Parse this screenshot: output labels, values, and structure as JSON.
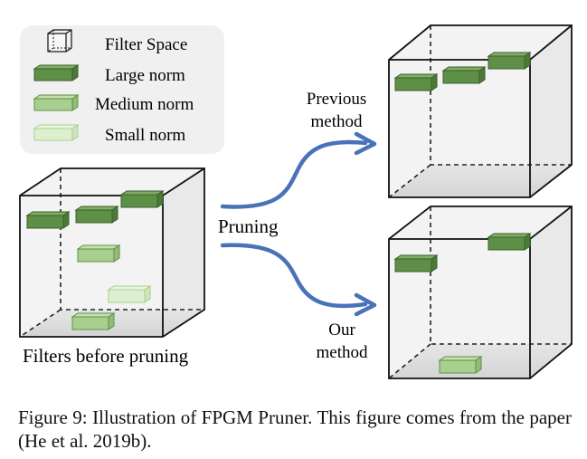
{
  "legend": {
    "items": [
      {
        "label": "Filter Space",
        "icon": "filter-space-cube-icon"
      },
      {
        "label": "Large norm",
        "icon": "large-norm-filter-icon",
        "color": "#5e8f47"
      },
      {
        "label": "Medium norm",
        "icon": "medium-norm-filter-icon",
        "color": "#a9cf8f"
      },
      {
        "label": "Small norm",
        "icon": "small-norm-filter-icon",
        "color": "#dcefcf"
      }
    ]
  },
  "left_cube_label": "Filters before pruning",
  "arrow_label": "Pruning",
  "top_method": {
    "line1": "Previous",
    "line2": "method"
  },
  "bottom_method": {
    "line1": "Our",
    "line2": "method"
  },
  "caption": "Figure 9: Illustration of FPGM Pruner. This figure comes from the paper (He et al. 2019b).",
  "colors": {
    "large_norm": "#5e8f47",
    "medium_norm": "#a9cf8f",
    "small_norm": "#dcefcf",
    "arrow": "#4a72b8",
    "cube_face": "#f2f2f2",
    "legend_bg": "#f0f0f0"
  }
}
